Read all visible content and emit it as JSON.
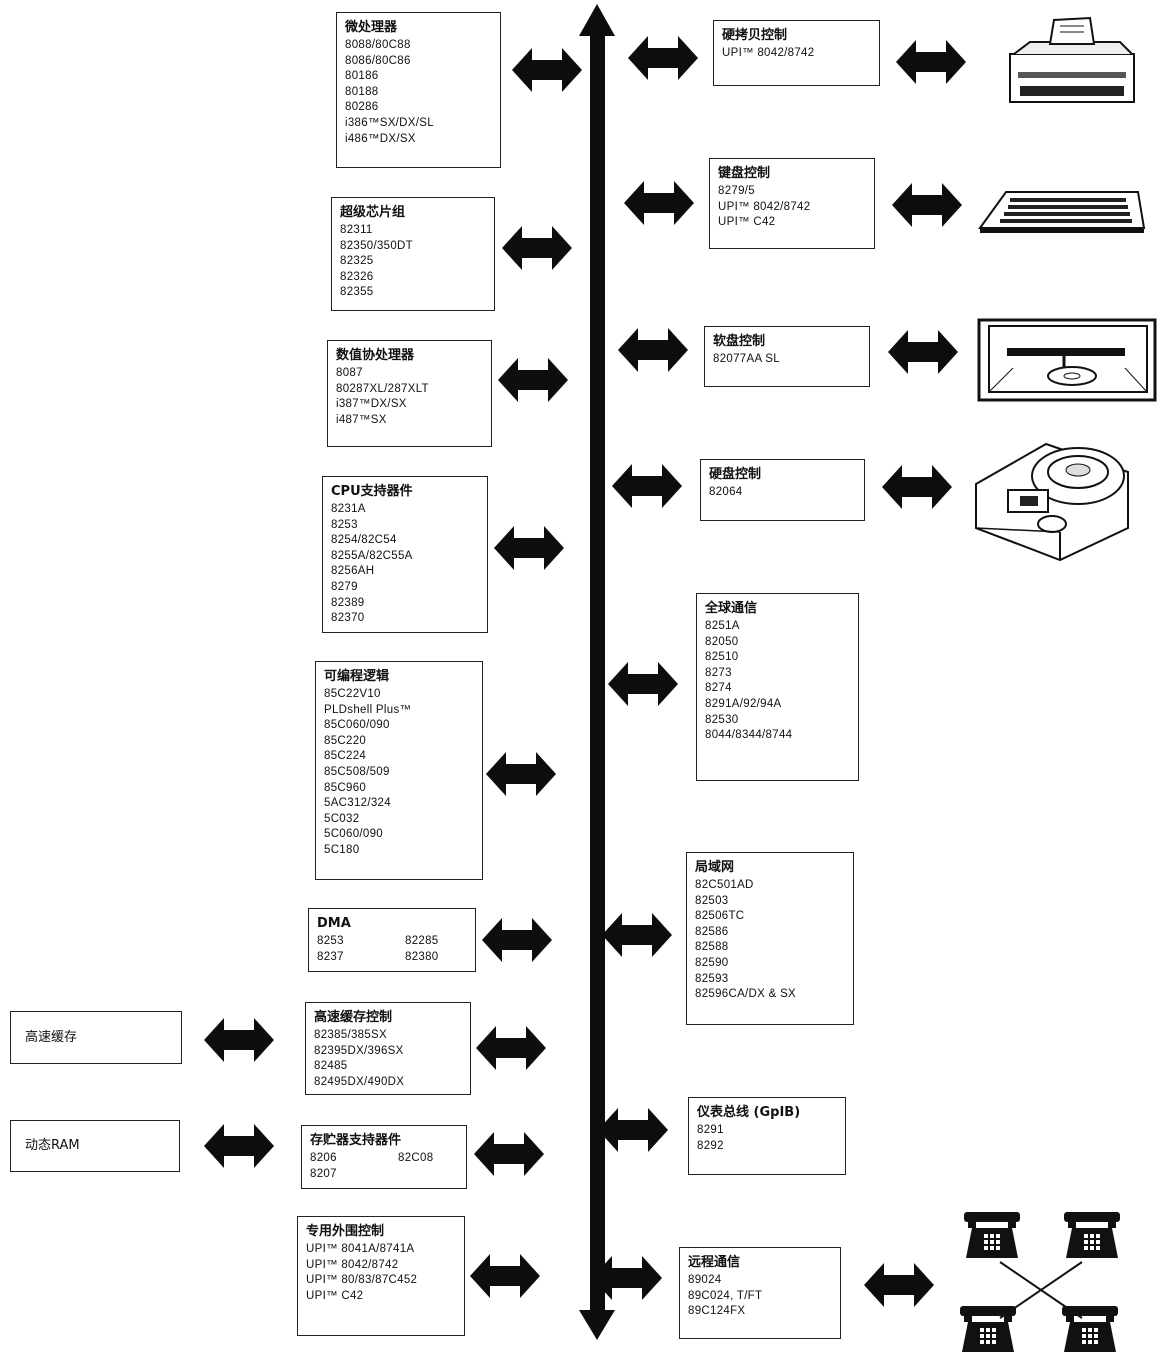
{
  "colors": {
    "ink": "#111111",
    "bus": "#0d0d0d",
    "paper": "#ffffff"
  },
  "left_blocks": [
    {
      "title": "微处理器",
      "items": [
        "8088/80C88",
        "8086/80C86",
        "80186",
        "80188",
        "80286",
        "i386™SX/DX/SL",
        "i486™DX/SX"
      ]
    },
    {
      "title": "超级芯片组",
      "items": [
        "82311",
        "82350/350DT",
        "82325",
        "82326",
        "82355"
      ]
    },
    {
      "title": "数值协处理器",
      "items": [
        "8087",
        "80287XL/287XLT",
        "i387™DX/SX",
        "i487™SX"
      ]
    },
    {
      "title": "CPU支持器件",
      "items": [
        "8231A",
        "8253",
        "8254/82C54",
        "8255A/82C55A",
        "8256AH",
        "8279",
        "82389",
        "82370"
      ]
    },
    {
      "title": "可编程逻辑",
      "items": [
        "85C22V10",
        "PLDshell Plus™",
        "85C060/090",
        "85C220",
        "85C224",
        "85C508/509",
        "85C960",
        "5AC312/324",
        "5C032",
        "5C060/090",
        "5C180"
      ]
    },
    {
      "title": "DMA",
      "items": [
        "8253",
        "82285",
        "8237",
        "82380"
      ]
    },
    {
      "title": "高速缓存控制",
      "items": [
        "82385/385SX",
        "82395DX/396SX",
        "82485",
        "82495DX/490DX"
      ]
    },
    {
      "title": "存贮器支持器件",
      "items": [
        "8206",
        "82C08",
        "8207"
      ]
    },
    {
      "title": "专用外围控制",
      "items": [
        "UPI™ 8041A/8741A",
        "UPI™ 8042/8742",
        "UPI™ 80/83/87C452",
        "UPI™ C42"
      ]
    }
  ],
  "right_blocks": [
    {
      "title": "硬拷贝控制",
      "items": [
        "UPI™ 8042/8742"
      ]
    },
    {
      "title": "键盘控制",
      "items": [
        "8279/5",
        "UPI™ 8042/8742",
        "UPI™ C42"
      ]
    },
    {
      "title": "软盘控制",
      "items": [
        "82077AA SL"
      ]
    },
    {
      "title": "硬盘控制",
      "items": [
        "82064"
      ]
    },
    {
      "title": "全球通信",
      "items": [
        "8251A",
        "82050",
        "82510",
        "8273",
        "8274",
        "8291A/92/94A",
        "82530",
        "8044/8344/8744"
      ]
    },
    {
      "title": "局域网",
      "items": [
        "82C501AD",
        "82503",
        "82506TC",
        "82586",
        "82588",
        "82590",
        "82593",
        "82596CA/DX & SX"
      ]
    },
    {
      "title": "仪表总线 (GpIB)",
      "items": [
        "8291",
        "8292"
      ]
    },
    {
      "title": "远程通信",
      "items": [
        "89024",
        "89C024, T/FT",
        "89C124FX"
      ]
    }
  ],
  "memory_blocks": [
    {
      "label": "高速缓存"
    },
    {
      "label": "动态RAM"
    }
  ],
  "devices": [
    "printer-icon",
    "keyboard-icon",
    "floppy-drive-icon",
    "hard-disk-icon",
    "telephone-network-icon"
  ]
}
